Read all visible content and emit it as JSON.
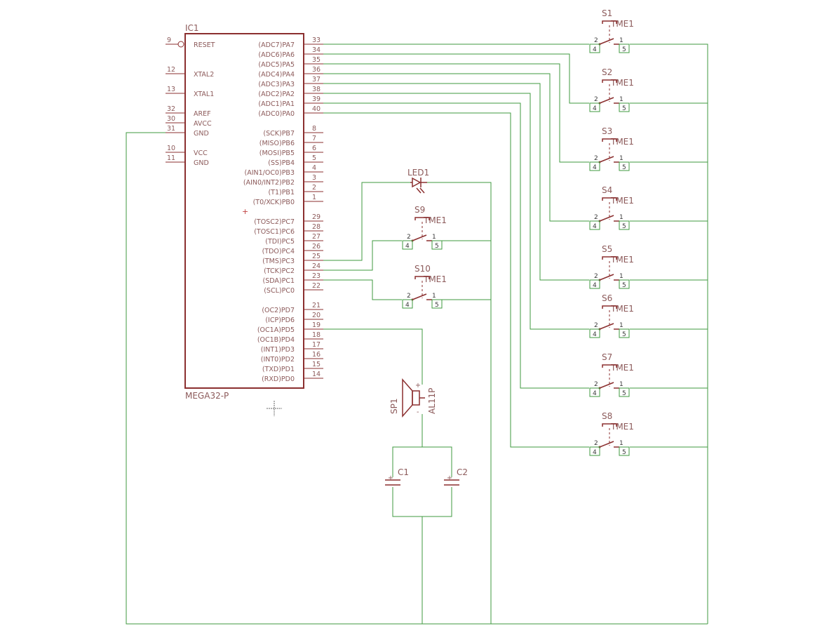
{
  "ic": {
    "ref": "IC1",
    "value": "MEGA32-P",
    "left_pins": [
      {
        "num": "9",
        "name": "RESET"
      },
      {
        "num": "12",
        "name": "XTAL2"
      },
      {
        "num": "13",
        "name": "XTAL1"
      },
      {
        "num": "32",
        "name": "AREF"
      },
      {
        "num": "30",
        "name": "AVCC"
      },
      {
        "num": "31",
        "name": "GND"
      },
      {
        "num": "10",
        "name": "VCC"
      },
      {
        "num": "11",
        "name": "GND"
      }
    ],
    "right_pins": [
      {
        "num": "33",
        "name": "(ADC7)PA7"
      },
      {
        "num": "34",
        "name": "(ADC6)PA6"
      },
      {
        "num": "35",
        "name": "(ADC5)PA5"
      },
      {
        "num": "36",
        "name": "(ADC4)PA4"
      },
      {
        "num": "37",
        "name": "(ADC3)PA3"
      },
      {
        "num": "38",
        "name": "(ADC2)PA2"
      },
      {
        "num": "39",
        "name": "(ADC1)PA1"
      },
      {
        "num": "40",
        "name": "(ADC0)PA0"
      },
      {
        "num": "8",
        "name": "(SCK)PB7"
      },
      {
        "num": "7",
        "name": "(MISO)PB6"
      },
      {
        "num": "6",
        "name": "(MOSI)PB5"
      },
      {
        "num": "5",
        "name": "(SS)PB4"
      },
      {
        "num": "4",
        "name": "(AIN1/OC0)PB3"
      },
      {
        "num": "3",
        "name": "(AIN0/INT2)PB2"
      },
      {
        "num": "2",
        "name": "(T1)PB1"
      },
      {
        "num": "1",
        "name": "(T0/XCK)PB0"
      },
      {
        "num": "29",
        "name": "(TOSC2)PC7"
      },
      {
        "num": "28",
        "name": "(TOSC1)PC6"
      },
      {
        "num": "27",
        "name": "(TDI)PC5"
      },
      {
        "num": "26",
        "name": "(TDO)PC4"
      },
      {
        "num": "25",
        "name": "(TMS)PC3"
      },
      {
        "num": "24",
        "name": "(TCK)PC2"
      },
      {
        "num": "23",
        "name": "(SDA)PC1"
      },
      {
        "num": "22",
        "name": "(SCL)PC0"
      },
      {
        "num": "21",
        "name": "(OC2)PD7"
      },
      {
        "num": "20",
        "name": "(ICP)PD6"
      },
      {
        "num": "19",
        "name": "(OC1A)PD5"
      },
      {
        "num": "18",
        "name": "(OC1B)PD4"
      },
      {
        "num": "17",
        "name": "(INT1)PD3"
      },
      {
        "num": "16",
        "name": "(INT0)PD2"
      },
      {
        "num": "15",
        "name": "(TXD)PD1"
      },
      {
        "num": "14",
        "name": "(RXD)PD0"
      }
    ]
  },
  "switches_right": [
    {
      "ref": "S1",
      "value": "TME1"
    },
    {
      "ref": "S2",
      "value": "TME1"
    },
    {
      "ref": "S3",
      "value": "TME1"
    },
    {
      "ref": "S4",
      "value": "TME1"
    },
    {
      "ref": "S5",
      "value": "TME1"
    },
    {
      "ref": "S6",
      "value": "TME1"
    },
    {
      "ref": "S7",
      "value": "TME1"
    },
    {
      "ref": "S8",
      "value": "TME1"
    }
  ],
  "switches_mid": [
    {
      "ref": "S9",
      "value": "TME1"
    },
    {
      "ref": "S10",
      "value": "TME1"
    }
  ],
  "switch_pads": {
    "p2": "2",
    "p1": "1",
    "p4": "4",
    "p5": "5"
  },
  "led": {
    "ref": "LED1"
  },
  "speaker": {
    "ref": "SP1",
    "value": "AL11P",
    "plus": "+",
    "minus": "-"
  },
  "capacitors": [
    {
      "ref": "C1"
    },
    {
      "ref": "C2"
    }
  ],
  "colors": {
    "part": "#8b2f2f",
    "wire": "#3f9a3f",
    "text": "#8c5a5a"
  }
}
